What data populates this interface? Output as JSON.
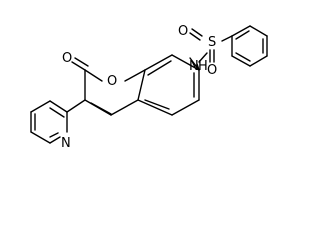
{
  "structure": {
    "atoms": {
      "carbonyl_o": "O",
      "ring_o": "O",
      "pyridine_n": "N",
      "sulfonamide_n": "N",
      "sulfonamide_h": "H",
      "sulfur": "S",
      "sulfonyl_o_left": "O",
      "sulfonyl_o_bottom": "O"
    },
    "colors": {
      "bond": "#000000",
      "label": "#000000",
      "background": "#ffffff"
    }
  }
}
